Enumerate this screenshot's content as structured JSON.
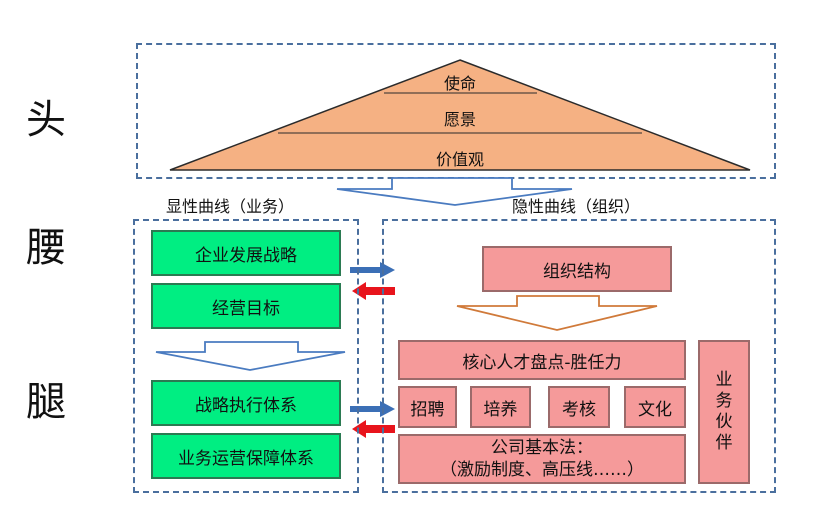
{
  "side_labels": {
    "head": "头",
    "waist": "腰",
    "legs": "腿"
  },
  "pyramid": {
    "top": "使命",
    "middle": "愿景",
    "bottom": "价值观"
  },
  "left_section": {
    "title": "显性曲线（业务）",
    "boxes": [
      "企业发展战略",
      "经营目标",
      "战略执行体系",
      "业务运营保障体系"
    ]
  },
  "right_section": {
    "title": "隐性曲线（组织）",
    "org_structure": "组织结构",
    "core_talent": "核心人才盘点-胜任力",
    "small_boxes": [
      "招聘",
      "培养",
      "考核",
      "文化"
    ],
    "company_law_line1": "公司基本法：",
    "company_law_line2": "（激励制度、高压线……）",
    "partner_chars": [
      "业",
      "务",
      "伙",
      "伴"
    ]
  },
  "colors": {
    "pyramid_fill": "#f5b183",
    "green_box": "#00ee82",
    "pink_box": "#f59a9a",
    "blue_arrow": "#3b6fb6",
    "red_arrow": "#e8141c",
    "dash_border": "#4a6f9e"
  }
}
